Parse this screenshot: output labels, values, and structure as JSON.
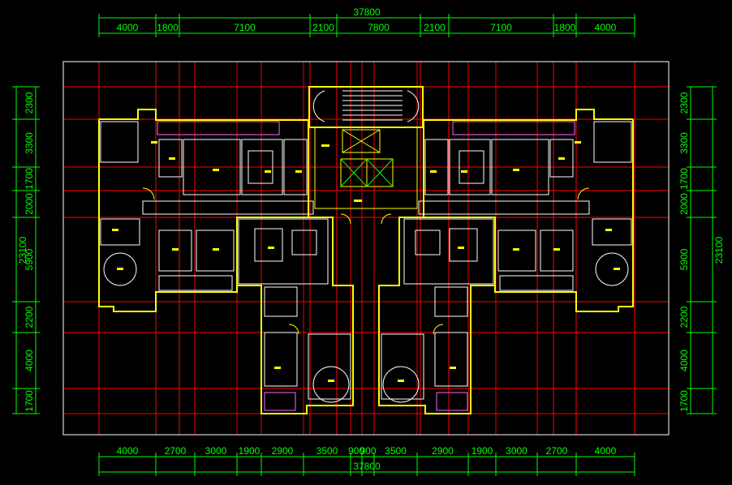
{
  "colors": {
    "background": "#000000",
    "dimension": "#00ff00",
    "grid": "#ff0000",
    "wall": "#ffff00",
    "frame": "#ffffff",
    "furniture": "#ffffff",
    "detail": "#ff8800",
    "accent": "#00ffff",
    "hatch": "#ff66ff"
  },
  "dimensions": {
    "top_total": "37800",
    "bottom_total": "37800",
    "left_total": "23100",
    "right_total": "23100",
    "top_segments": [
      "4000",
      "1800",
      "7100",
      "2100",
      "7800",
      "2100",
      "7100",
      "1800",
      "4000"
    ],
    "bottom_segments": [
      "4000",
      "2700",
      "3000",
      "1900",
      "2900",
      "3500",
      "900",
      "900",
      "3500",
      "2900",
      "1900",
      "3000",
      "2700",
      "4000"
    ],
    "left_segments": [
      "2300",
      "3300",
      "1700",
      "2000",
      "5900",
      "2200",
      "4000",
      "1700"
    ],
    "right_segments": [
      "2300",
      "3300",
      "1700",
      "2000",
      "5900",
      "2200",
      "4000",
      "1700"
    ]
  }
}
